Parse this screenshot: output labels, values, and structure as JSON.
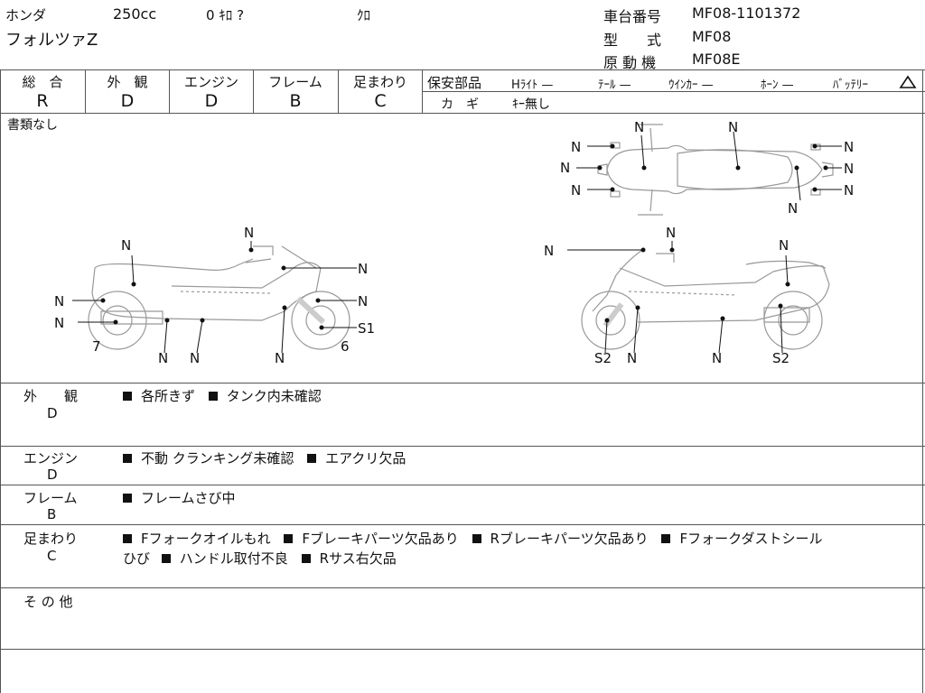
{
  "header": {
    "maker": "ホンダ",
    "cc": "250cc",
    "mileage": "0 ｷﾛ ?",
    "color": "ｸﾛ",
    "model": "フォルツァZ",
    "frame_label": "車台番号",
    "frame_no": "MF08-1101372",
    "type_label": "型　　式",
    "type_value": "MF08",
    "engine_label": "原 動 機",
    "engine_value": "MF08E"
  },
  "grades": [
    {
      "label": "総　合",
      "value": "R"
    },
    {
      "label": "外　観",
      "value": "D"
    },
    {
      "label": "エンジン",
      "value": "D"
    },
    {
      "label": "フレーム",
      "value": "B"
    },
    {
      "label": "足まわり",
      "value": "C"
    }
  ],
  "safety": {
    "title": "保安部品",
    "hlight": "Hﾗｲﾄ —",
    "tail": "ﾃｰﾙ —",
    "winker": "ｳｲﾝｶｰ —",
    "horn": "ﾎｰﾝ —",
    "battery": "ﾊﾞｯﾃﾘｰ",
    "key_label": "カ　ギ",
    "key_value": "ｷｰ無し"
  },
  "documents": "書類なし",
  "diagram_marks": {
    "n": "N",
    "s1": "S1",
    "s2": "S2",
    "seven": "7",
    "six": "6"
  },
  "sections": [
    {
      "title": "外　　観",
      "grade": "D",
      "items": [
        "各所きず",
        "タンク内未確認"
      ],
      "cont": ""
    },
    {
      "title": "エンジン",
      "grade": "D",
      "items": [
        "不動 クランキング未確認",
        "エアクリ欠品"
      ],
      "cont": ""
    },
    {
      "title": "フレーム",
      "grade": "B",
      "items": [
        "フレームさび中"
      ],
      "cont": ""
    },
    {
      "title": "足まわり",
      "grade": "C",
      "items": [
        "Fフォークオイルもれ",
        "Fブレーキパーツ欠品あり",
        "Rブレーキパーツ欠品あり",
        "Fフォークダストシール"
      ],
      "cont_text": "ひび",
      "cont_items": [
        "ハンドル取付不良",
        "Rサス右欠品"
      ]
    },
    {
      "title": "そ の 他",
      "grade": "",
      "items": []
    }
  ]
}
